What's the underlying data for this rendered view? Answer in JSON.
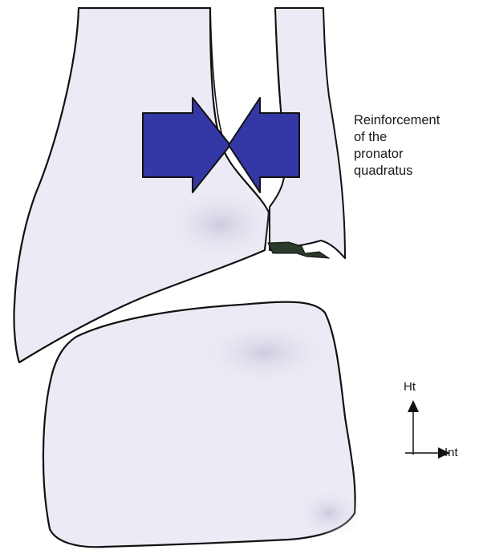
{
  "annotation": {
    "lines": [
      "Reinforcement",
      "of the",
      "pronator",
      "quadratus"
    ]
  },
  "axes": {
    "up_label": "Ht",
    "right_label": "Int"
  },
  "colors": {
    "bone_fill": "#eceaf4",
    "bone_shadow": "#cfcae0",
    "outline": "#111111",
    "arrow_fill": "#3437a6",
    "ligament_fill": "#2a3a2a"
  }
}
